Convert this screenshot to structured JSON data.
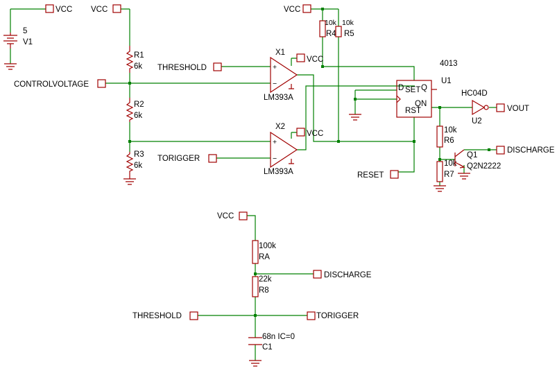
{
  "nets": {
    "vcc": "VCC",
    "threshold": "THRESHOLD",
    "control_voltage": "CONTROLVOLTAGE",
    "torigger": "TORIGGER",
    "reset": "RESET",
    "vout": "VOUT",
    "discharge": "DISCHARGE"
  },
  "components": {
    "v1": {
      "ref": "V1",
      "value": "5"
    },
    "r1": {
      "ref": "R1",
      "value": "6k"
    },
    "r2": {
      "ref": "R2",
      "value": "6k"
    },
    "r3": {
      "ref": "R3",
      "value": "6k"
    },
    "r4": {
      "ref": "R4",
      "value": "10k"
    },
    "r5": {
      "ref": "R5",
      "value": "10k"
    },
    "r6": {
      "ref": "R6",
      "value": "10k"
    },
    "r7": {
      "ref": "R7",
      "value": "10k"
    },
    "r8": {
      "ref": "R8",
      "value": "22k"
    },
    "ra": {
      "ref": "RA",
      "value": "100k"
    },
    "c1": {
      "ref": "C1",
      "value": "68n IC=0"
    },
    "x1": {
      "ref": "X1",
      "part": "LM393A"
    },
    "x2": {
      "ref": "X2",
      "part": "LM393A"
    },
    "u1": {
      "ref": "U1",
      "part": "4013",
      "pins": {
        "d": "D",
        "set": "SET",
        "q": "Q",
        "qn": "QN",
        "rst": "RST"
      }
    },
    "u2": {
      "ref": "U2",
      "part": "HC04D"
    },
    "q1": {
      "ref": "Q1",
      "part": "Q2N2222"
    }
  },
  "opamp_pins": {
    "plus": "+",
    "minus": "−"
  }
}
